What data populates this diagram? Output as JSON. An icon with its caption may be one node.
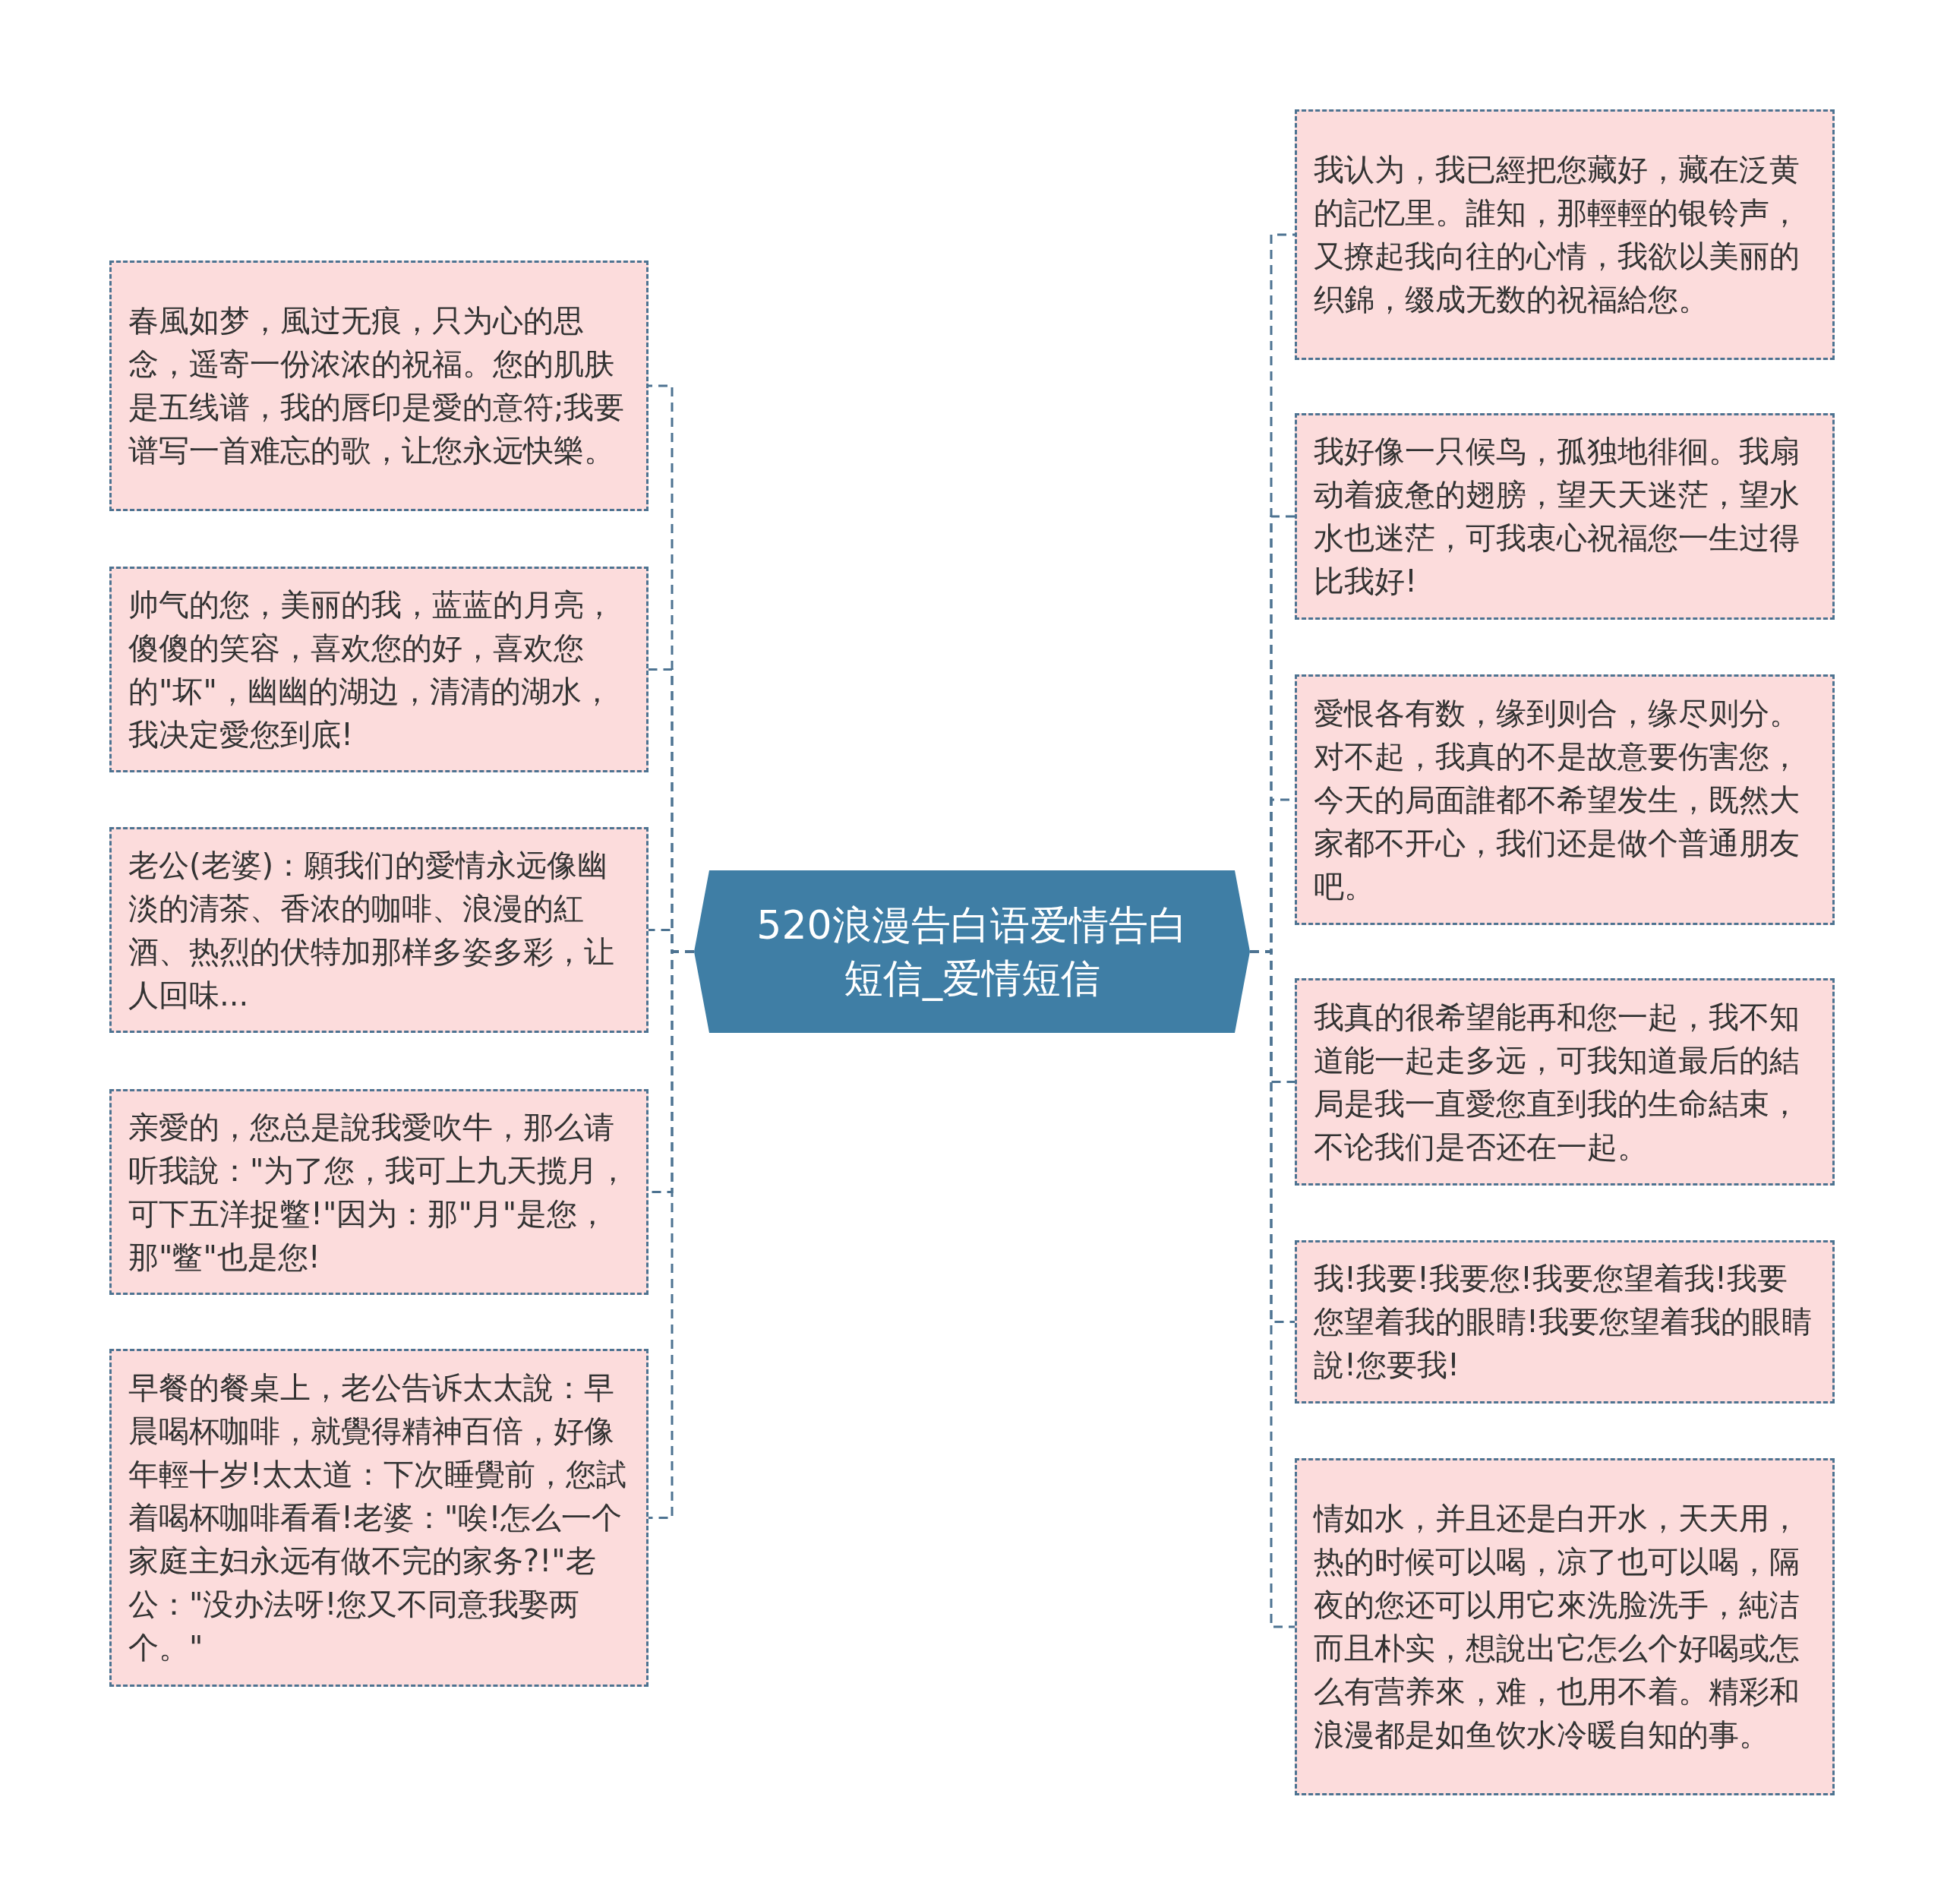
{
  "diagram": {
    "nodes": [
      {
        "text": [
          "520浪漫告白语爱情告白短信_爱情短信"
        ]
      },
      {
        "text": [
          "春風如梦，風过无痕，只为心的思念，遥寄一份浓浓的祝福。您的肌肤是五线谱，我的唇印是愛的意符;我要谱写一首难忘的歌，让您永远快樂。"
        ]
      },
      {
        "text": [
          "帅气的您，美丽的我，蓝蓝的月亮，傻傻的笑容，喜欢您的好，喜欢您的\"坏\"，幽幽的湖边，清清的湖水，我决定愛您到底!"
        ]
      },
      {
        "text": [
          "老公(老婆)：願我们的愛情永远像幽淡的清茶、香浓的咖啡、浪漫的紅酒、热烈的伏特加那样多姿多彩，让人回味..."
        ]
      },
      {
        "text": [
          "亲愛的，您总是說我愛吹牛，那么请听我說：\"为了您，我可上九天揽月，可下五洋捉鳖!\"因为：那\"月\"是您，那\"鳖\"也是您!"
        ]
      },
      {
        "text": [
          "早餐的餐桌上，老公告诉太太說：早晨喝杯咖啡，就覺得精神百倍，好像年輕十岁!太太道：下次睡覺前，您試着喝杯咖啡看看!老婆：\"唉!怎么一个家庭主妇永远有做不完的家务?!\"老公：\"没办法呀!您又不同意我娶两个。\""
        ]
      },
      {
        "text": [
          "我认为，我已經把您藏好，藏在泛黄的記忆里。誰知，那輕輕的银铃声，又撩起我向往的心情，我欲以美丽的织錦，缀成无数的祝福給您。"
        ]
      },
      {
        "text": [
          "我好像一只候鸟，孤独地徘徊。我扇动着疲惫的翅膀，望天天迷茫，望水水也迷茫，可我衷心祝福您一生过得比我好!"
        ]
      },
      {
        "text": [
          "愛恨各有数，缘到则合，缘尽则分。对不起，我真的不是故意要伤害您，今天的局面誰都不希望发生，既然大家都不开心，我们还是做个普通朋友吧。"
        ]
      },
      {
        "text": [
          "我真的很希望能再和您一起，我不知道能一起走多远，可我知道最后的結局是我一直愛您直到我的生命結束，不论我们是否还在一起。"
        ]
      },
      {
        "text": [
          "我!我要!我要您!我要您望着我!我要您望着我的眼睛!我要您望着我的眼睛說!您要我!"
        ]
      },
      {
        "text": [
          "情如水，并且还是白开水，天天用，热的时候可以喝，凉了也可以喝，隔夜的您还可以用它來洗脸洗手，純洁而且朴实，想說出它怎么个好喝或怎么有营养來，难，也用不着。精彩和浪漫都是如鱼饮水冷暖自知的事。"
        ]
      }
    ],
    "edges": [
      {
        "from": 0,
        "to": 1,
        "arrow": "none",
        "style": "dashed"
      },
      {
        "from": 0,
        "to": 2,
        "arrow": "none",
        "style": "dashed"
      },
      {
        "from": 0,
        "to": 3,
        "arrow": "none",
        "style": "dashed"
      },
      {
        "from": 0,
        "to": 4,
        "arrow": "none",
        "style": "dashed"
      },
      {
        "from": 0,
        "to": 5,
        "arrow": "none",
        "style": "dashed"
      },
      {
        "from": 0,
        "to": 6,
        "arrow": "none",
        "style": "dashed"
      },
      {
        "from": 0,
        "to": 7,
        "arrow": "none",
        "style": "dashed"
      },
      {
        "from": 0,
        "to": 8,
        "arrow": "none",
        "style": "dashed"
      },
      {
        "from": 0,
        "to": 9,
        "arrow": "none",
        "style": "dashed"
      },
      {
        "from": 0,
        "to": 10,
        "arrow": "none",
        "style": "dashed"
      },
      {
        "from": 0,
        "to": 11,
        "arrow": "none",
        "style": "dashed"
      }
    ]
  }
}
